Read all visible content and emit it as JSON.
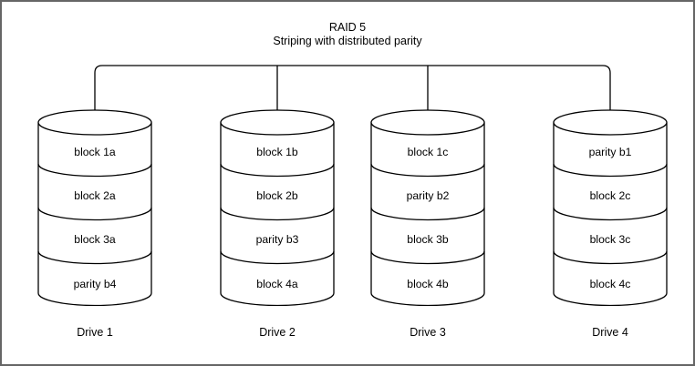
{
  "title": {
    "line1": "RAID 5",
    "line2": "Striping with distributed parity"
  },
  "drives": [
    {
      "label": "Drive 1",
      "segments": [
        "block 1a",
        "block 2a",
        "block 3a",
        "parity b4"
      ]
    },
    {
      "label": "Drive 2",
      "segments": [
        "block 1b",
        "block 2b",
        "parity b3",
        "block 4a"
      ]
    },
    {
      "label": "Drive 3",
      "segments": [
        "block 1c",
        "parity b2",
        "block 3b",
        "block 4b"
      ]
    },
    {
      "label": "Drive 4",
      "segments": [
        "parity b1",
        "block 2c",
        "block 3c",
        "block 4c"
      ]
    }
  ],
  "colors": {
    "line": "#000000",
    "text": "#000000",
    "border": "#666666",
    "background": "#ffffff"
  }
}
